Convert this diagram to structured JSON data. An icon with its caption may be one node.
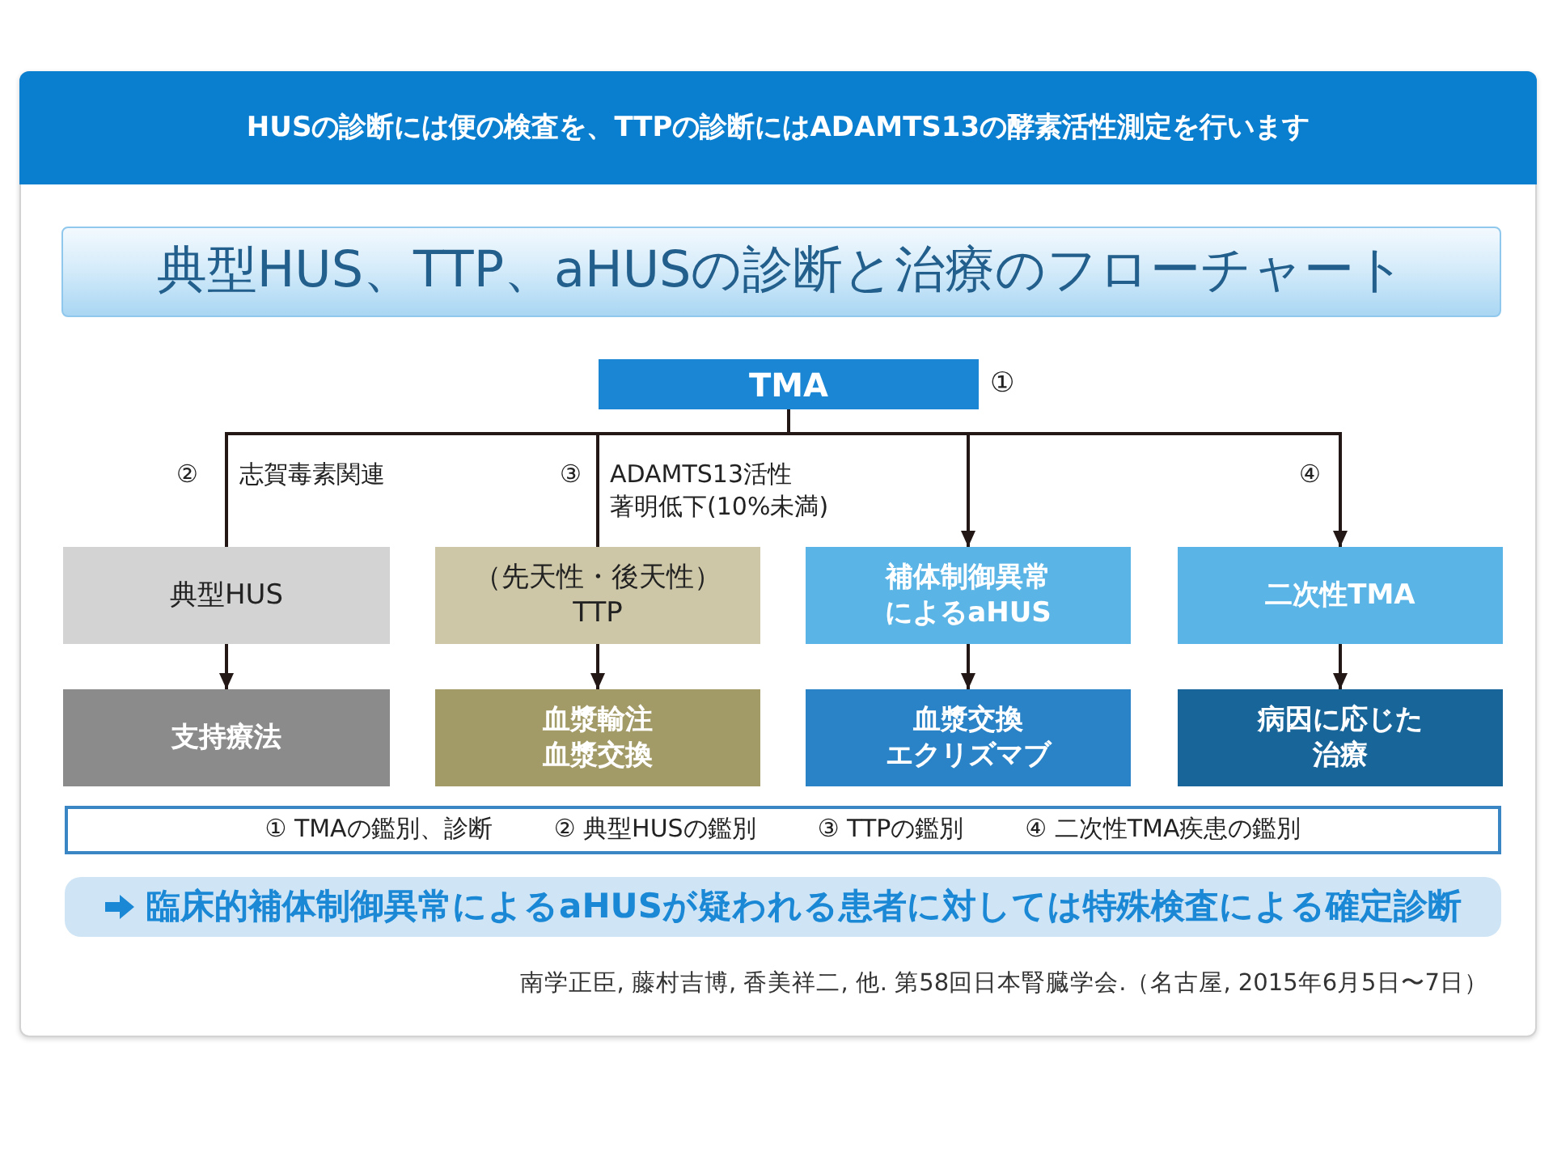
{
  "diagram": {
    "title": "典型HUS、TTP、aHUSの診断と治療のフローチャート",
    "caption": "南学正臣, 藤村吉博, 香美祥二, 他. 第58回日本腎臓学会.（名古屋, 2015年6月5日〜7日）",
    "nodes": [
      {
        "text": [
          "HUSの診断には便の検査を、TTPの診断にはADAMTS13の酵素活性測定を行います"
        ]
      },
      {
        "text": [
          "TMA"
        ],
        "beside": [
          "①"
        ]
      },
      {
        "text": [
          "典型HUS"
        ]
      },
      {
        "text": [
          "（先天性・後天性）TTP"
        ]
      },
      {
        "text": [
          "補体制御異常によるaHUS"
        ]
      },
      {
        "text": [
          "二次性TMA"
        ]
      },
      {
        "text": [
          "支持療法"
        ]
      },
      {
        "text": [
          "血漿輸注血漿交換"
        ]
      },
      {
        "text": [
          "血漿交換エクリズマブ"
        ]
      },
      {
        "text": [
          "病因に応じた治療"
        ]
      },
      {
        "text": [
          "① TMAの鑑別、診断",
          "② 典型HUSの鑑別",
          "③ TTPの鑑別",
          "④ 二次性TMA疾患の鑑別"
        ]
      },
      {
        "text": [
          "臨床的補体制御異常によるaHUSが疑われる患者に対しては特殊検査による確定診断"
        ]
      }
    ],
    "edges": [
      {
        "from": 1,
        "to": 2,
        "arrow": "none",
        "label": "志賀毒素関連"
      },
      {
        "from": 1,
        "to": 3,
        "arrow": "none",
        "label": "ADAMTS13活性著明低下(10%未満)"
      },
      {
        "from": 1,
        "to": 4,
        "arrow": "to"
      },
      {
        "from": 1,
        "to": 5,
        "arrow": "to"
      },
      {
        "from": 2,
        "to": 6,
        "arrow": "to"
      },
      {
        "from": 3,
        "to": 7,
        "arrow": "to"
      },
      {
        "from": 4,
        "to": 8,
        "arrow": "to"
      },
      {
        "from": 5,
        "to": 9,
        "arrow": "to"
      }
    ],
    "labels": [
      "②",
      "③",
      "④"
    ]
  }
}
